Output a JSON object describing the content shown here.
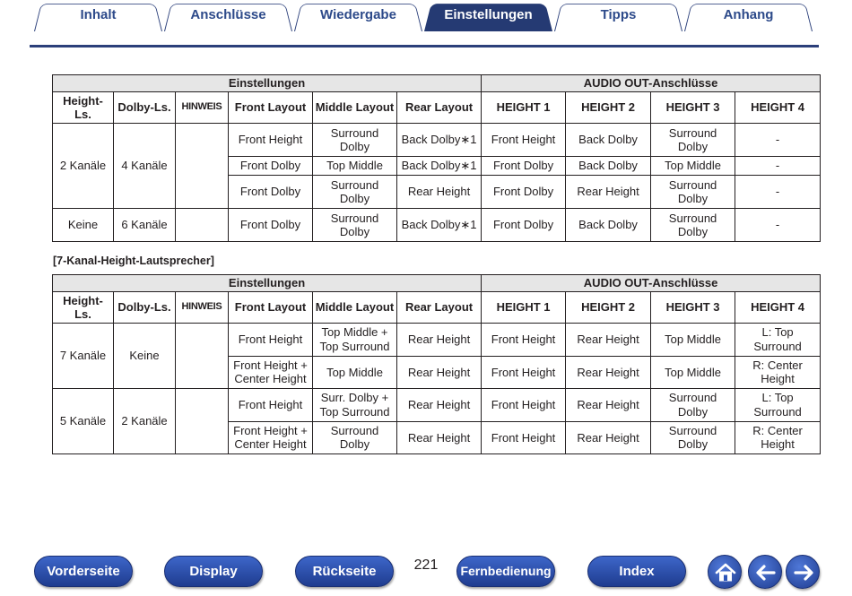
{
  "tabs": [
    "Inhalt",
    "Anschlüsse",
    "Wiedergabe",
    "Einstellungen",
    "Tipps",
    "Anhang"
  ],
  "active_tab": "Einstellungen",
  "group_headers": {
    "settings": "Einstellungen",
    "outputs": "AUDIO OUT-Anschlüsse"
  },
  "columns": {
    "height_ls": "Height-Ls.",
    "dolby_ls": "Dolby-Ls.",
    "hinweis": "HINWEIS",
    "front_layout": "Front Layout",
    "middle_layout": "Middle Layout",
    "rear_layout": "Rear Layout",
    "h1": "HEIGHT 1",
    "h2": "HEIGHT 2",
    "h3": "HEIGHT 3",
    "h4": "HEIGHT 4"
  },
  "table1": {
    "groups": [
      {
        "height": "2 Kanäle",
        "dolby": "4 Kanäle"
      },
      {
        "height": "Keine",
        "dolby": "6 Kanäle"
      }
    ],
    "rows": [
      [
        "Front Height",
        "Surround Dolby",
        "Back Dolby∗1",
        "Front Height",
        "Back Dolby",
        "Surround Dolby",
        "-"
      ],
      [
        "Front Dolby",
        "Top Middle",
        "Back Dolby∗1",
        "Front Dolby",
        "Back Dolby",
        "Top Middle",
        "-"
      ],
      [
        "Front Dolby",
        "Surround Dolby",
        "Rear Height",
        "Front Dolby",
        "Rear Height",
        "Surround Dolby",
        "-"
      ],
      [
        "Front Dolby",
        "Surround Dolby",
        "Back Dolby∗1",
        "Front Dolby",
        "Back Dolby",
        "Surround Dolby",
        "-"
      ]
    ]
  },
  "section_title": "[7-Kanal-Height-Lautsprecher]",
  "table2": {
    "groups": [
      {
        "height": "7 Kanäle",
        "dolby": "Keine"
      },
      {
        "height": "5 Kanäle",
        "dolby": "2 Kanäle"
      }
    ],
    "rows": [
      [
        "Front Height",
        "Top Middle + Top Surround",
        "Rear Height",
        "Front Height",
        "Rear Height",
        "Top Middle",
        "L: Top Surround"
      ],
      [
        "Front Height + Center Height",
        "Top Middle",
        "Rear Height",
        "Front Height",
        "Rear Height",
        "Top Middle",
        "R: Center Height"
      ],
      [
        "Front Height",
        "Surr. Dolby + Top Surround",
        "Rear Height",
        "Front Height",
        "Rear Height",
        "Surround Dolby",
        "L: Top Surround"
      ],
      [
        "Front Height + Center Height",
        "Surround Dolby",
        "Rear Height",
        "Front Height",
        "Rear Height",
        "Surround Dolby",
        "R: Center Height"
      ]
    ]
  },
  "footer": {
    "buttons": [
      "Vorderseite",
      "Display",
      "Rückseite",
      "Fernbedienung",
      "Index"
    ],
    "page_number": "221",
    "icons": [
      "home-icon",
      "back-arrow-icon",
      "forward-arrow-icon"
    ]
  },
  "colors": {
    "accent": "#253a73",
    "button": "#2d55b8",
    "header_grey": "#e6e6e6"
  }
}
